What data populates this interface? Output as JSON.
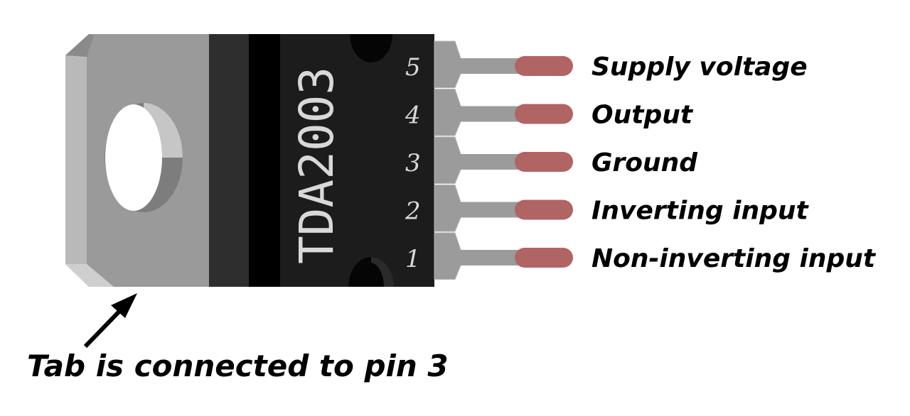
{
  "diagram": {
    "part_number": "TDA2003",
    "pins": [
      {
        "number": "5",
        "label": "Supply voltage"
      },
      {
        "number": "4",
        "label": "Output"
      },
      {
        "number": "3",
        "label": "Ground"
      },
      {
        "number": "2",
        "label": "Inverting input"
      },
      {
        "number": "1",
        "label": "Non-inverting input"
      }
    ],
    "tab_note": "Tab is connected to pin 3",
    "colors": {
      "tab": "#999999",
      "tab_light": "#bdbdbd",
      "body": "#1c1c1c",
      "band": "#000000",
      "lead": "#9b9b9b",
      "lead_tip": "#b06464",
      "text_dark": "#000000",
      "text_chip": "#d8d8d8"
    }
  }
}
